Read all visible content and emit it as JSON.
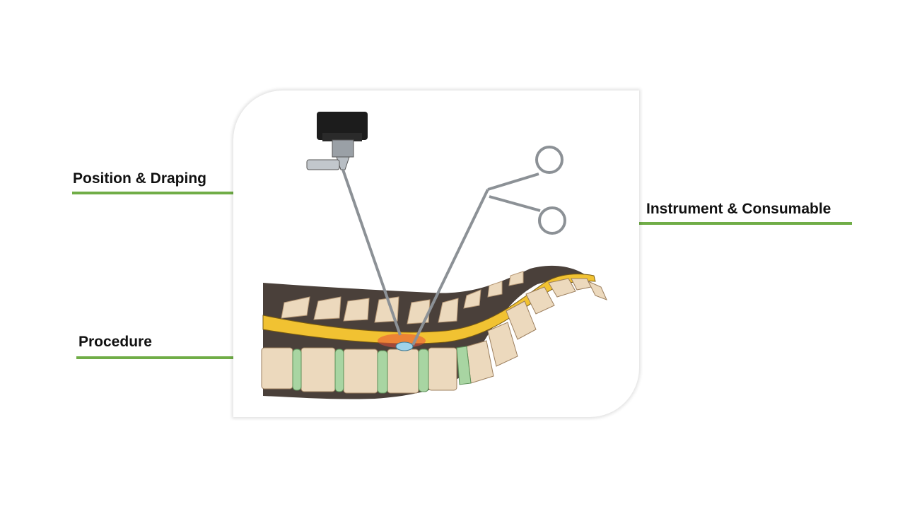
{
  "labels": {
    "position_draping": "Position & Draping",
    "instrument_consumable": "Instrument & Consumable",
    "procedure": "Procedure"
  },
  "colors": {
    "accent_line": "#70ad47",
    "spinal_cord": "#f1c232",
    "disc": "#a8d5a2",
    "vertebra": "#ecd9bd",
    "tissue": "#4a403a"
  }
}
